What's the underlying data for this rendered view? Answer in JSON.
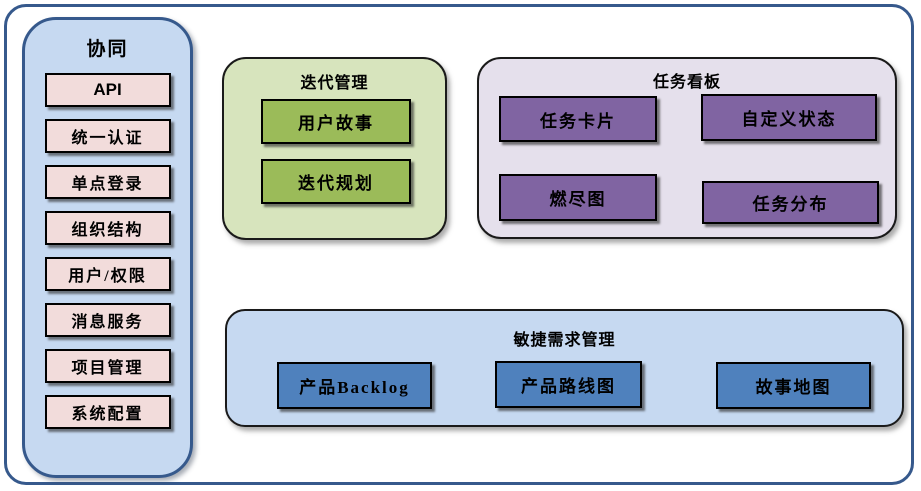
{
  "diagram": {
    "sidebar": {
      "title": "协同",
      "items": [
        {
          "label": "API"
        },
        {
          "label": "统一认证"
        },
        {
          "label": "单点登录"
        },
        {
          "label": "组织结构"
        },
        {
          "label": "用户/权限"
        },
        {
          "label": "消息服务"
        },
        {
          "label": "项目管理"
        },
        {
          "label": "系统配置"
        }
      ]
    },
    "panels": {
      "iteration": {
        "title": "迭代管理",
        "items": [
          {
            "label": "用户故事"
          },
          {
            "label": "迭代规划"
          }
        ]
      },
      "taskboard": {
        "title": "任务看板",
        "items": [
          {
            "label": "任务卡片"
          },
          {
            "label": "自定义状态"
          },
          {
            "label": "燃尽图"
          },
          {
            "label": "任务分布"
          }
        ]
      },
      "requirements": {
        "title": "敏捷需求管理",
        "items": [
          {
            "label": "产品Backlog"
          },
          {
            "label": "产品路线图"
          },
          {
            "label": "故事地图"
          }
        ]
      }
    },
    "colors": {
      "frame_border": "#36598c",
      "sidebar_bg": "#c6d9f1",
      "sidebar_item_bg": "#f2dcdb",
      "iteration_panel_bg": "#d7e4bd",
      "iteration_item_bg": "#9bbb59",
      "taskboard_panel_bg": "#e5e0ec",
      "taskboard_item_bg": "#8064a2",
      "requirements_panel_bg": "#c6d9f1",
      "requirements_item_bg": "#4f81bd",
      "box_border": "#000000",
      "text": "#000000"
    }
  }
}
